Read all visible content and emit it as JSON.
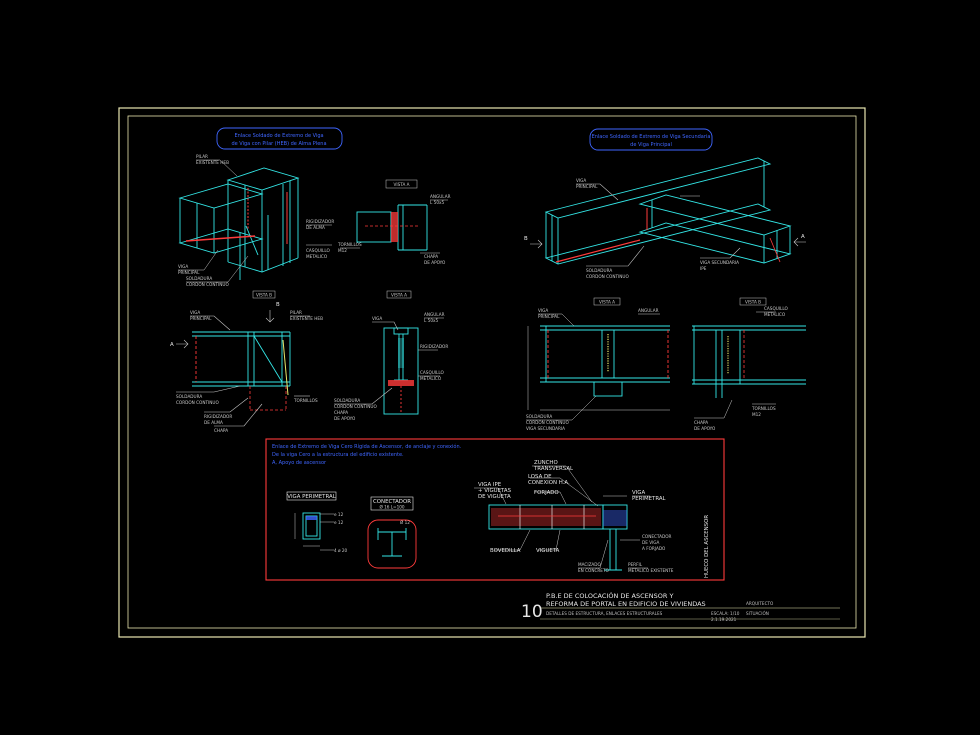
{
  "theme": {
    "background": "#000000",
    "frame": "#e9e7b0",
    "steel": "#33e6e6",
    "weld": "#ff3b3b",
    "note": "#3f66ff",
    "text": "#c8c8c8"
  },
  "notes": {
    "top_left": [
      "Enlace Soldado de Extremo de Viga",
      "de Viga con Pilar (HEB) de Alma Plena"
    ],
    "top_right": [
      "Enlace Soldado de Extremo de Viga Secundaria",
      "de Viga Principal"
    ],
    "bottom": [
      "Enlace de Extremo de Viga Cero Rígida de Ascensor, de anclaje y conexión.",
      "De la viga Cero a la estructura del edificio existente.",
      "A, Apoyo de ascensor"
    ]
  },
  "detail_titles": {
    "vista_a_tl": "VISTA A",
    "vista_a_left": "VISTA A",
    "vista_b_left": "VISTA B",
    "vista_a_right": "VISTA A",
    "vista_b_right": "VISTA B"
  },
  "section_labels": {
    "a": "A",
    "b": "B"
  },
  "callouts": {
    "pilar": [
      "PILAR",
      "EXISTENTE HEB"
    ],
    "soldadura": [
      "SOLDADURA",
      "CORDON CONTINUO"
    ],
    "rigidizador": [
      "RIGIDIZADOR",
      "DE ALMA"
    ],
    "viga_principal": [
      "VIGA",
      "PRINCIPAL"
    ],
    "viga_secundaria": [
      "VIGA SECUNDARIA",
      "IPE"
    ],
    "casquillo": [
      "CASQUILLO",
      "METALICO"
    ],
    "angular": [
      "ANGULAR",
      "L 50x5"
    ],
    "chapa": [
      "CHAPA",
      "DE APOYO"
    ],
    "tornillos": [
      "TORNILLOS",
      "M12"
    ],
    "viga_perimetral": "VIGA PERIMETRAL",
    "conectador": [
      "CONECTADOR",
      "Ø 16 L=100"
    ],
    "dim_e": "e 12",
    "dim_wa": "4 ø 20",
    "dim_gj": "Ø 12",
    "viga_cero": [
      "VIGA IPE",
      "+ VIGUETAS",
      "DE VIGUETA"
    ],
    "forjado": "FORJADO",
    "zuncho": [
      "ZUNCHO",
      "TRANSVERSAL"
    ],
    "conexion": [
      "LOSA DE",
      "CONEXION H.A."
    ],
    "viga_perimetral_r": [
      "VIGA",
      "PERIMETRAL"
    ],
    "bovedilla": "BOVEDILLA",
    "vigueta": "VIGUETA",
    "macizado": [
      "MACIZADO",
      "EN CONCRETO"
    ],
    "conectador_r": [
      "CONECTADOR",
      "DE VIGA",
      "A FORJADO"
    ],
    "perfil": [
      "PERFIL",
      "METALICO EXISTENTE"
    ],
    "hueco": "HUECO DEL ASCENSOR"
  },
  "title_block": {
    "sheet_number": "10",
    "line1": "P.B.E DE COLOCACIÓN DE ASCENSOR Y",
    "line2": "REFORMA DE PORTAL EN EDIFICIO DE VIVIENDAS",
    "line3": "DETALLES DE ESTRUCTURA, ENLACES ESTRUCTURALES",
    "scale": "ESCALA: 1/10",
    "date": "2.1.19.2021",
    "author": "ARQUITECTO",
    "location": "SITUACIÓN"
  }
}
